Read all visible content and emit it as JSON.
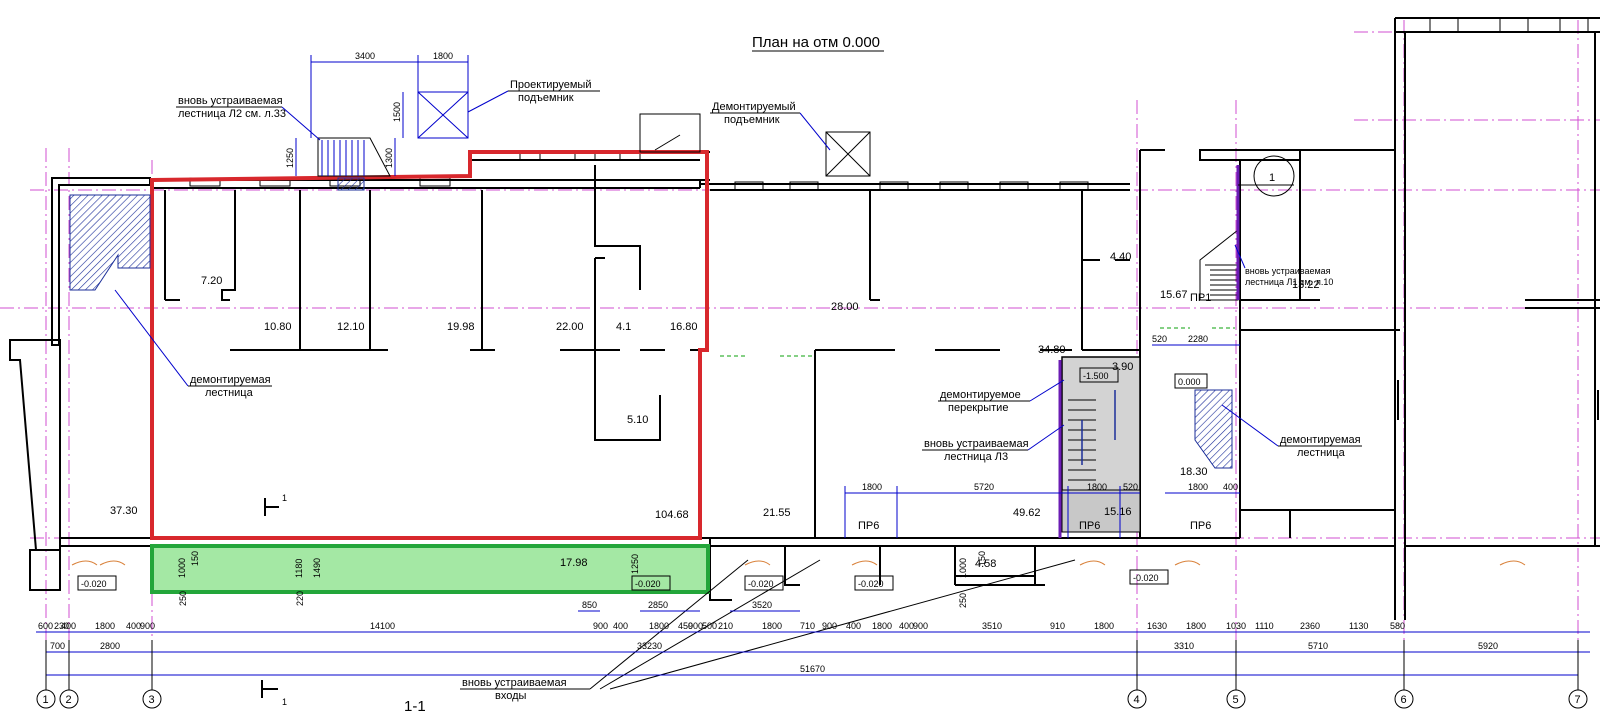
{
  "title": "План на отм 0.000",
  "section_mark": "1-1",
  "section_arrow_label": "1",
  "callout_circle": "1",
  "rooms": {
    "r1": "7.20",
    "r2": "10.80",
    "r3": "12.10",
    "r4": "19.98",
    "r5": "22.00",
    "r6": "4.1",
    "r7": "16.80",
    "r8": "5.10",
    "r9": "37.30",
    "r10": "104.68",
    "r11": "21.55",
    "r12": "28.00",
    "r13": "34.80",
    "r14": "4.40",
    "r15": "15.67",
    "r16": "13.22",
    "r17": "3.90",
    "r18": "49.62",
    "r19": "15.16",
    "r20": "18.30",
    "r21": "17.98",
    "r22": "4.58"
  },
  "levels": {
    "l1": "-0.020",
    "l2": "-0.020",
    "l3": "-0.020",
    "l4": "-0.020",
    "l5": "-0.020",
    "l6": "-1.500",
    "l7": "0.000"
  },
  "openings": {
    "pr1": "ПР1",
    "pr6a": "ПР6",
    "pr6b": "ПР6",
    "pr6c": "ПР6"
  },
  "notes": {
    "lift_new": [
      "Проектируемый",
      "подъемник"
    ],
    "lift_demo": [
      "Демонтируемый",
      "подъемник"
    ],
    "stair_l2": [
      "вновь устраиваемая",
      "лестница Л2 см. л.33"
    ],
    "stair_demo_left": [
      "демонтируемая",
      "лестница"
    ],
    "slab_demo": [
      "демонтируемое",
      "перекрытие"
    ],
    "stair_l3": [
      "вновь устраиваемая",
      "лестница Л3"
    ],
    "stair_l1": [
      "вновь устраиваемая",
      "лестница Л1 см. л.10"
    ],
    "stair_demo_right": [
      "демонтируемая",
      "лестница"
    ],
    "entrances": [
      "вновь устраиваемая",
      "входы"
    ]
  },
  "dims_top": {
    "d3400": "3400",
    "d1800": "1800",
    "d1500": "1500",
    "d1250": "1250",
    "d1300": "1300"
  },
  "dims_mid": {
    "a1800": "1800",
    "a5720": "5720",
    "a1800b": "1800",
    "a520": "520",
    "a1800c": "1800",
    "a400": "400",
    "b520": "520",
    "b2280": "2280"
  },
  "dims_small": {
    "s1000": "1000",
    "s150": "150",
    "s1180": "1180",
    "s1490": "1490",
    "s1250": "1250",
    "s250": "250",
    "s220": "220",
    "s1000b": "1000",
    "s150b": "150",
    "s250b": "250",
    "s850": "850",
    "s2850": "2850",
    "s3520": "3520"
  },
  "dims_row1": [
    "600",
    "230",
    "400",
    "1800",
    "400",
    "900",
    "14100",
    "900",
    "400",
    "1800",
    "450",
    "900",
    "500",
    "210",
    "1800",
    "710",
    "900",
    "400",
    "1800",
    "400",
    "900",
    "3510",
    "910",
    "1800",
    "1630",
    "1800",
    "1030",
    "1110",
    "2360",
    "1130",
    "580"
  ],
  "dims_row2": [
    "700",
    "2800",
    "33230",
    "3310",
    "5710",
    "5920"
  ],
  "dim_total": "51670",
  "axes": [
    "1",
    "2",
    "3",
    "4",
    "5",
    "6",
    "7"
  ]
}
